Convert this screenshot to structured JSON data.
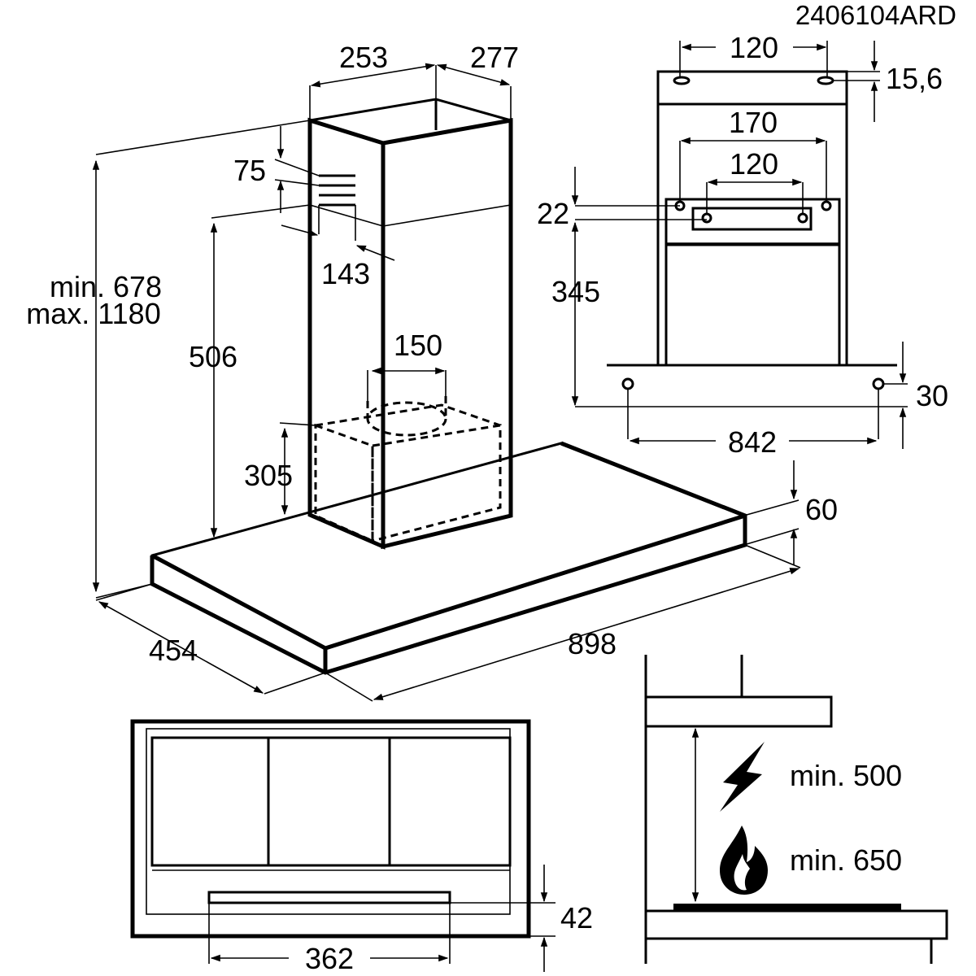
{
  "drawing_code": "2406104ARD",
  "main_view": {
    "chimney_depth": "253",
    "chimney_width": "277",
    "vent_offset": "75",
    "vent_inset": "143",
    "height_range_min": "min. 678",
    "height_range_max": "max. 1180",
    "canopy_to_chimney": "506",
    "duct_diameter": "150",
    "filter_box_height": "305",
    "canopy_thickness": "60",
    "canopy_depth": "454",
    "canopy_width": "898"
  },
  "bracket_view": {
    "top_hole_spacing": "120",
    "top_hole_offset": "15,6",
    "outer_hole_spacing": "170",
    "inner_hole_spacing": "120",
    "bracket_offset": "22",
    "bracket_height": "345",
    "bottom_hole_offset": "30",
    "bottom_hole_spacing": "842"
  },
  "front_view": {
    "panel_height": "42",
    "panel_width": "362"
  },
  "clearance_view": {
    "electric_min": "min. 500",
    "gas_min": "min. 650",
    "electric_icon": "lightning-icon",
    "gas_icon": "flame-icon"
  }
}
